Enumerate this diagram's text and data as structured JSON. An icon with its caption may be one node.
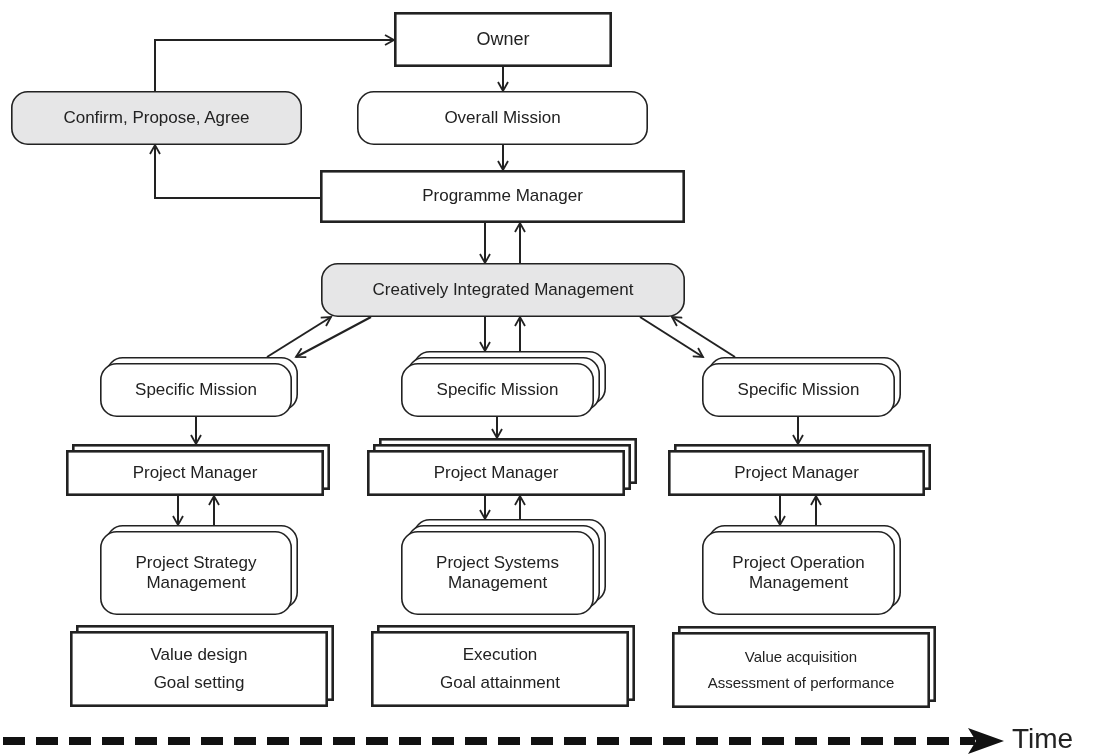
{
  "diagram": {
    "nodes": [
      {
        "text": [
          "Owner"
        ]
      },
      {
        "text": [
          "Confirm, Propose, Agree"
        ]
      },
      {
        "text": [
          "Overall Mission"
        ]
      },
      {
        "text": [
          "Programme Manager"
        ]
      },
      {
        "text": [
          "Creatively Integrated Management"
        ]
      },
      {
        "text": [
          "Specific Mission"
        ]
      },
      {
        "text": [
          "Specific Mission"
        ]
      },
      {
        "text": [
          "Specific Mission"
        ]
      },
      {
        "text": [
          "Project Manager"
        ]
      },
      {
        "text": [
          "Project Manager"
        ]
      },
      {
        "text": [
          "Project Manager"
        ]
      },
      {
        "text": [
          "Project Strategy Management"
        ]
      },
      {
        "text": [
          "Project Systems Management"
        ]
      },
      {
        "text": [
          "Project Operation Management"
        ]
      },
      {
        "text": [
          "Value design",
          "Goal setting"
        ]
      },
      {
        "text": [
          "Execution",
          "Goal attainment"
        ]
      },
      {
        "text": [
          "Value acquisition",
          "Assessment of performance"
        ]
      }
    ],
    "edges": [
      {
        "from": 1,
        "to": 0,
        "arrow": "to"
      },
      {
        "from": 3,
        "to": 1,
        "arrow": "to"
      },
      {
        "from": 0,
        "to": 2,
        "arrow": "to"
      },
      {
        "from": 2,
        "to": 3,
        "arrow": "to"
      },
      {
        "from": 3,
        "to": 4,
        "arrow": "to"
      },
      {
        "from": 4,
        "to": 3,
        "arrow": "to"
      },
      {
        "from": 4,
        "to": 5,
        "arrow": "to"
      },
      {
        "from": 5,
        "to": 4,
        "arrow": "to"
      },
      {
        "from": 4,
        "to": 6,
        "arrow": "to"
      },
      {
        "from": 6,
        "to": 4,
        "arrow": "to"
      },
      {
        "from": 4,
        "to": 7,
        "arrow": "to"
      },
      {
        "from": 7,
        "to": 4,
        "arrow": "to"
      },
      {
        "from": 5,
        "to": 8,
        "arrow": "to"
      },
      {
        "from": 6,
        "to": 9,
        "arrow": "to"
      },
      {
        "from": 7,
        "to": 10,
        "arrow": "to"
      },
      {
        "from": 8,
        "to": 11,
        "arrow": "to"
      },
      {
        "from": 11,
        "to": 8,
        "arrow": "to"
      },
      {
        "from": 9,
        "to": 12,
        "arrow": "to"
      },
      {
        "from": 12,
        "to": 9,
        "arrow": "to"
      },
      {
        "from": 10,
        "to": 13,
        "arrow": "to"
      },
      {
        "from": 13,
        "to": 10,
        "arrow": "to"
      }
    ],
    "labels": [
      "Time"
    ]
  }
}
